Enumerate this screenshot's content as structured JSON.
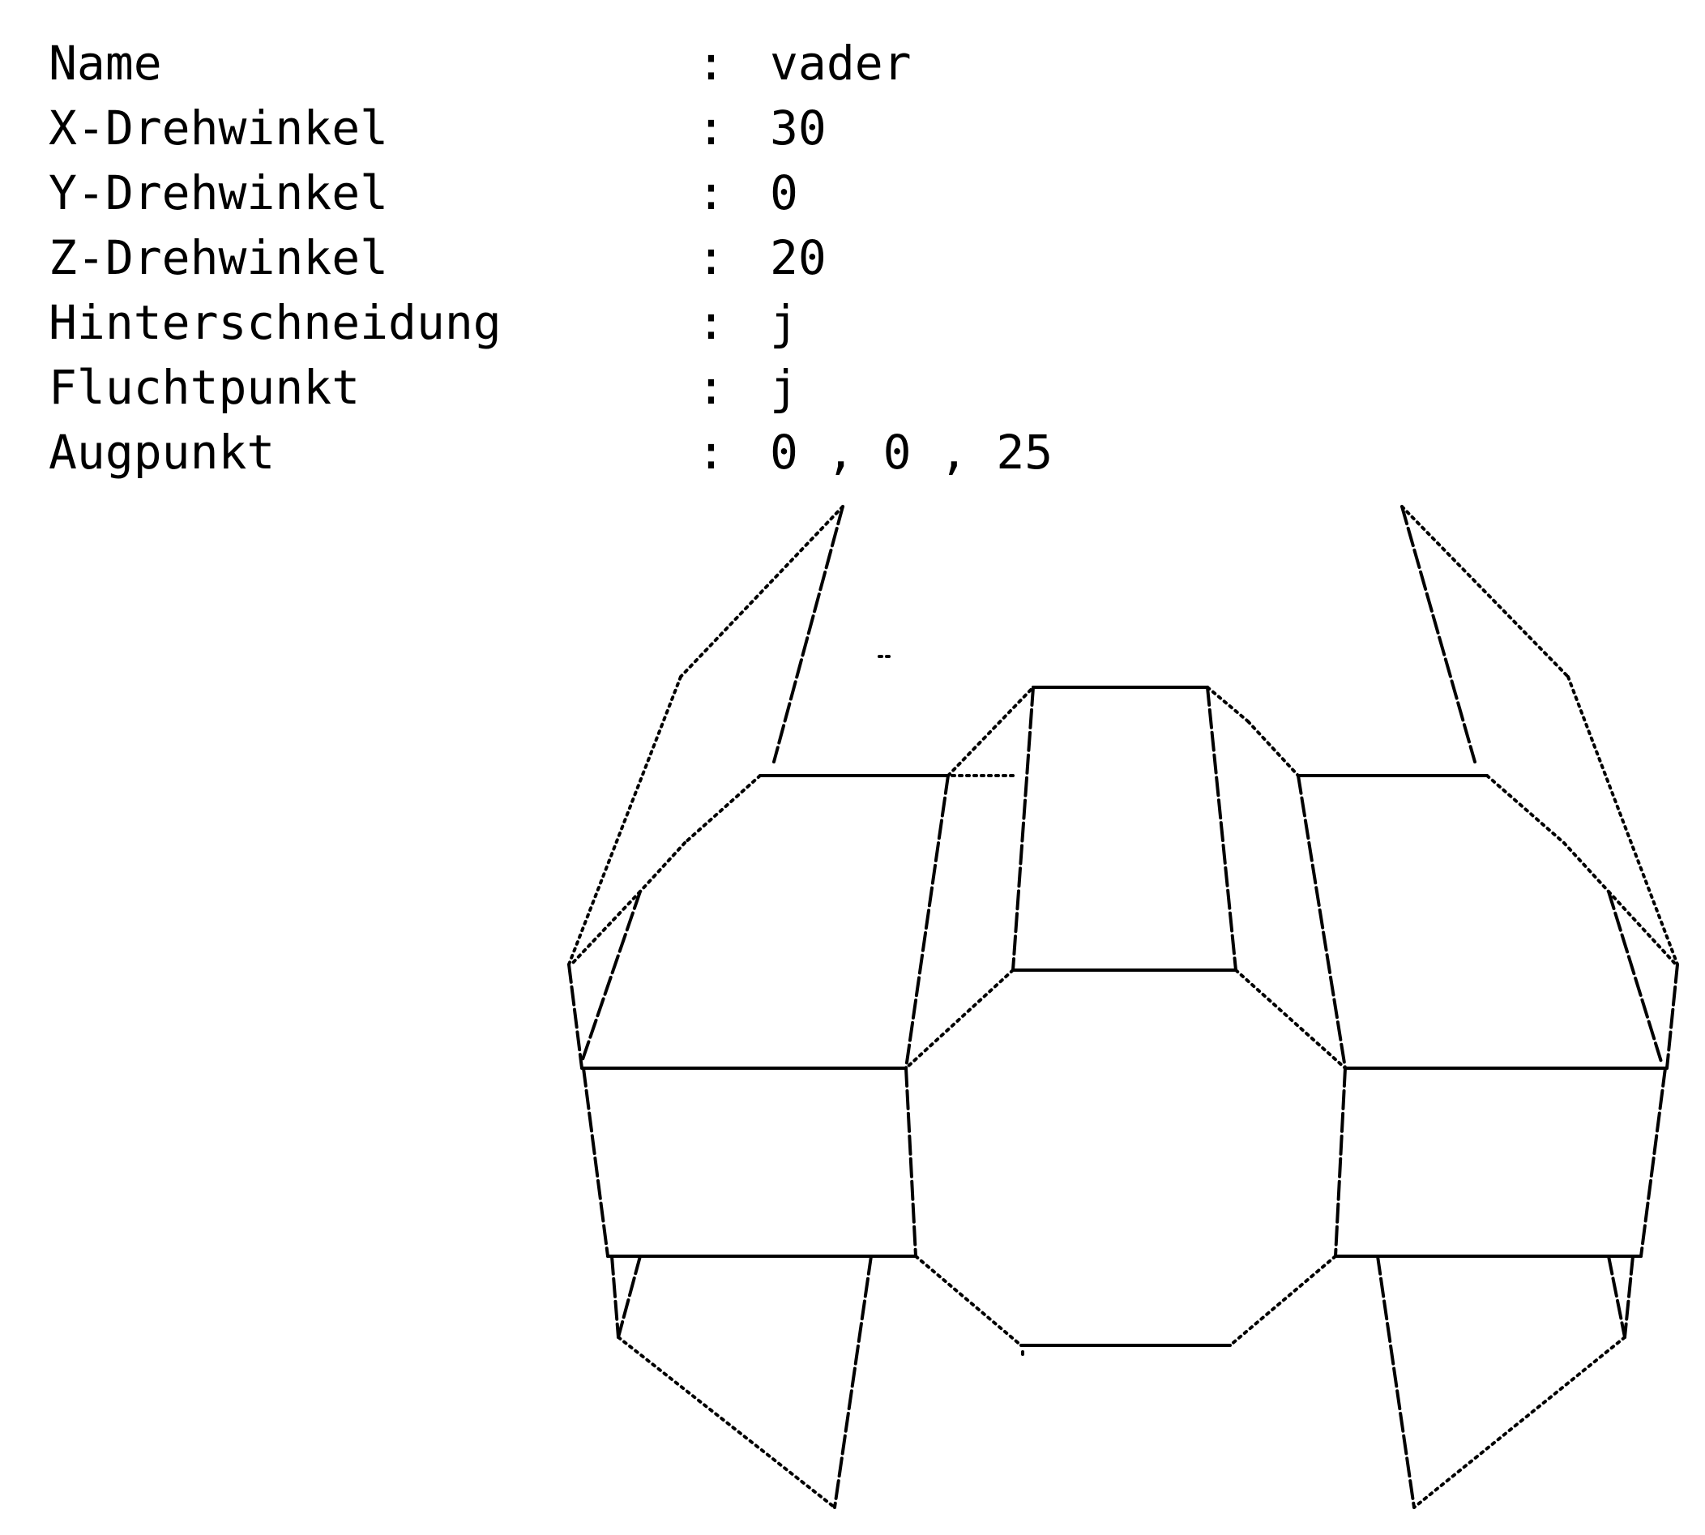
{
  "parameters": [
    {
      "label": "Name",
      "separator": ":",
      "value": "vader"
    },
    {
      "label": "X-Drehwinkel",
      "separator": ":",
      "value": "30"
    },
    {
      "label": "Y-Drehwinkel",
      "separator": ":",
      "value": "0"
    },
    {
      "label": "Z-Drehwinkel",
      "separator": ":",
      "value": "20"
    },
    {
      "label": "Hinterschneidung",
      "separator": ":",
      "value": "j"
    },
    {
      "label": "Fluchtpunkt",
      "separator": ":",
      "value": "j"
    },
    {
      "label": "Augpunkt",
      "separator": ":",
      "value": "0 , 0 , 25"
    }
  ],
  "colors": {
    "background": "#ffffff",
    "ink": "#000000"
  }
}
